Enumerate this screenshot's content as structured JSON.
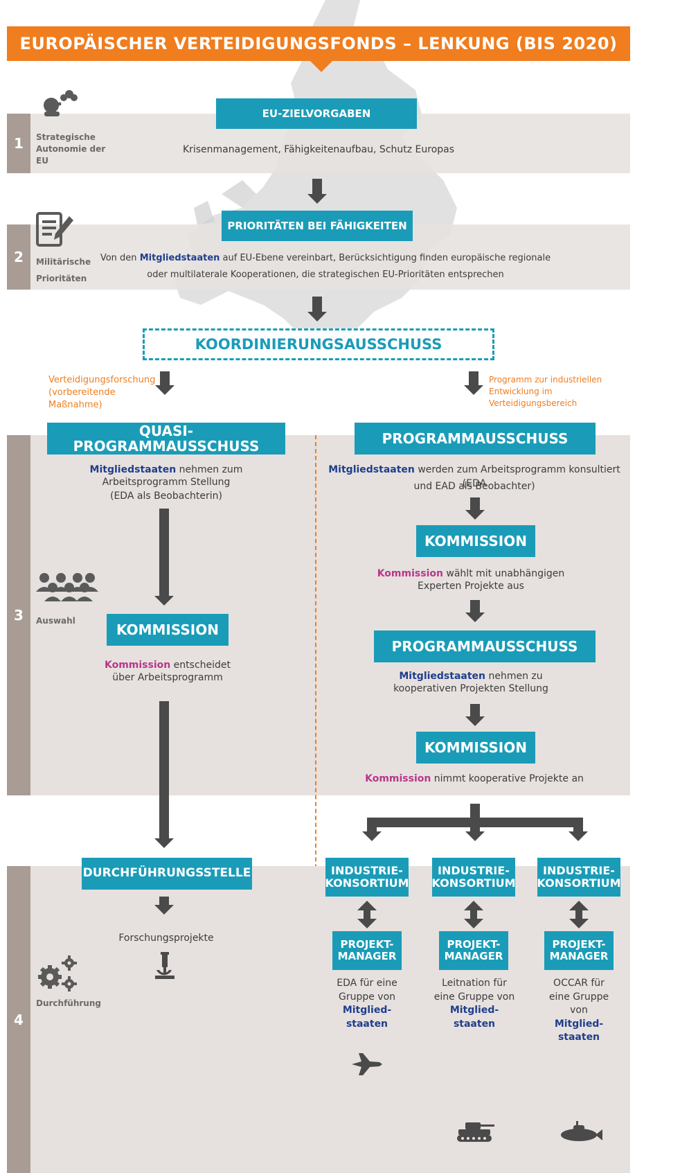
{
  "title": "EUROPÄISCHER VERTEIDIGUNGSFONDS – LENKUNG (BIS 2020)",
  "colors": {
    "orange": "#f07d1e",
    "teal": "#1a9cb8",
    "band": "#e6e1de",
    "numbar": "#a89c95",
    "blue": "#1f3e8c",
    "magenta": "#b8368a"
  },
  "steps": [
    {
      "num": "1",
      "label": "Strategische Autonomie der EU",
      "icon": "thought-bubble-head-icon"
    },
    {
      "num": "2",
      "label_line1": "Militärische",
      "label_line2": "Prioritäten",
      "icon": "document-pencil-icon"
    },
    {
      "num": "3",
      "label": "Auswahl",
      "icon": "people-group-icon"
    },
    {
      "num": "4",
      "label": "Durchführung",
      "icon": "gears-icon"
    }
  ],
  "eu_zielvorgaben": {
    "title": "EU-ZIELVORGABEN",
    "text": "Krisenmanagement, Fähigkeitenaufbau, Schutz Europas"
  },
  "prioritaeten": {
    "title": "PRIORITÄTEN BEI FÄHIGKEITEN",
    "ms": "Mitgliedstaaten",
    "pre": "Von den ",
    "text1": " auf EU-Ebene vereinbart, Berücksichtigung finden europäische regionale",
    "text2": "oder multilaterale Kooperationen, die strategischen EU-Prioritäten entsprechen"
  },
  "koordinierung": "KOORDINIERUNGSAUSSCHUSS",
  "left_branch_label": "Verteidigungsforschung (vorbereitende Maßnahme)",
  "right_branch_label": "Programm zur industriellen Entwicklung im Verteidigungsbereich",
  "left": {
    "quasi_title": "QUASI-PROGRAMMAUSSCHUSS",
    "quasi_ms": "Mitgliedstaaten",
    "quasi_text1": " nehmen zum",
    "quasi_text2": "Arbeitsprogramm Stellung",
    "quasi_text3": "(EDA als Beobachterin)",
    "kommission_title": "KOMMISSION",
    "kommission_km": "Kommission",
    "kommission_text1": " entscheidet",
    "kommission_text2": "über Arbeitsprogramm",
    "durch_title": "DURCHFÜHRUNGSSTELLE",
    "forschung": "Forschungsprojekte"
  },
  "right": {
    "prog_title": "PROGRAMMAUSSCHUSS",
    "prog_ms": "Mitgliedstaaten",
    "prog_text1": " werden zum Arbeitsprogramm konsultiert  (EDA",
    "prog_text2": "und EAD als Beobachter)",
    "k1_title": "KOMMISSION",
    "k1_km": "Kommission",
    "k1_text1": "  wählt mit unabhängigen",
    "k1_text2": "Experten Projekte aus",
    "prog2_title": "PROGRAMMAUSSCHUSS",
    "prog2_ms": "Mitgliedstaaten",
    "prog2_text1": " nehmen zu",
    "prog2_text2": "kooperativen Projekten Stellung",
    "k2_title": "KOMMISSION",
    "k2_km": "Kommission",
    "k2_text": "  nimmt kooperative Projekte an"
  },
  "consortia": [
    {
      "ind1": "INDUSTRIE-",
      "ind2": "KONSORTIUM",
      "pm1": "PROJEKT-",
      "pm2": "MANAGER",
      "desc1": "EDA für eine",
      "desc2": "Gruppe von",
      "ms1": "Mitglied-",
      "ms2": "staaten",
      "icon": "fighter-jet-icon"
    },
    {
      "ind1": "INDUSTRIE-",
      "ind2": "KONSORTIUM",
      "pm1": "PROJEKT-",
      "pm2": "MANAGER",
      "desc1": "Leitnation für",
      "desc2": "eine Gruppe von",
      "ms1": "Mitglied-",
      "ms2": "staaten",
      "icon": "tank-icon"
    },
    {
      "ind1": "INDUSTRIE-",
      "ind2": "KONSORTIUM",
      "pm1": "PROJEKT-",
      "pm2": "MANAGER",
      "desc1": "OCCAR für",
      "desc2": "eine Gruppe",
      "desc3": "von",
      "ms1": "Mitglied-",
      "ms2": "staaten",
      "icon": "submarine-icon"
    }
  ]
}
